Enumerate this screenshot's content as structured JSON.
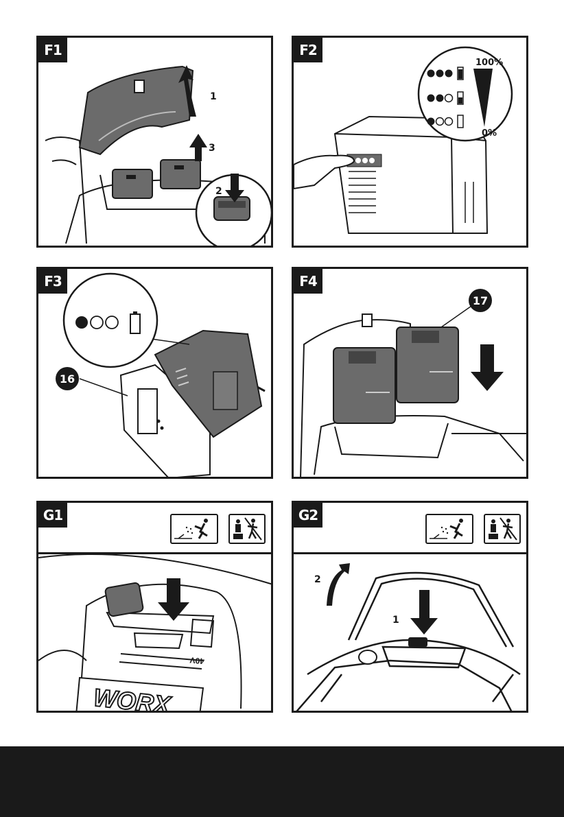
{
  "panels": {
    "f1": {
      "tag": "F1",
      "callouts": [
        "1",
        "2",
        "3"
      ]
    },
    "f2": {
      "tag": "F2",
      "levels": {
        "top": "100%",
        "bottom": "0%"
      }
    },
    "f3": {
      "tag": "F3",
      "part_number": "16"
    },
    "f4": {
      "tag": "F4",
      "part_number": "17"
    },
    "g1": {
      "tag": "G1",
      "brand": "WORX",
      "voltage": "40V"
    },
    "g2": {
      "tag": "G2",
      "callouts": [
        "1",
        "2"
      ]
    }
  },
  "icons": [
    "flying-debris-warning-icon",
    "keep-bystanders-away-warning-icon"
  ]
}
